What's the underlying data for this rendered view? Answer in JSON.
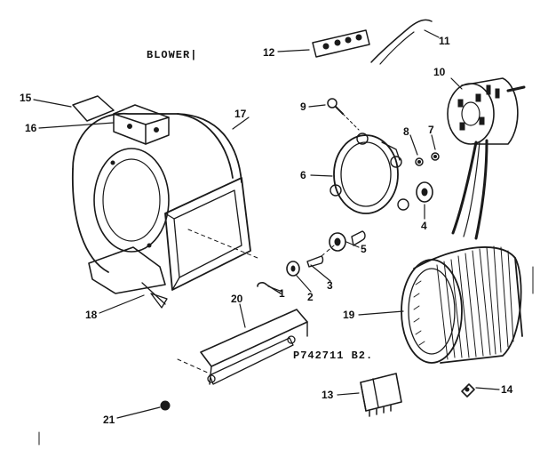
{
  "diagram": {
    "title": "BLOWER|",
    "drawing_code": "P742711 B2.",
    "callouts": [
      {
        "id": "c1",
        "text": "1"
      },
      {
        "id": "c2",
        "text": "2"
      },
      {
        "id": "c3",
        "text": "3"
      },
      {
        "id": "c4",
        "text": "4"
      },
      {
        "id": "c5",
        "text": "5"
      },
      {
        "id": "c6",
        "text": "6"
      },
      {
        "id": "c7",
        "text": "7"
      },
      {
        "id": "c8",
        "text": "8"
      },
      {
        "id": "c9",
        "text": "9"
      },
      {
        "id": "c10",
        "text": "10"
      },
      {
        "id": "c11",
        "text": "11"
      },
      {
        "id": "c12",
        "text": "12"
      },
      {
        "id": "c13",
        "text": "13"
      },
      {
        "id": "c14",
        "text": "14"
      },
      {
        "id": "c15",
        "text": "15"
      },
      {
        "id": "c16",
        "text": "16"
      },
      {
        "id": "c17",
        "text": "17"
      },
      {
        "id": "c18",
        "text": "18"
      },
      {
        "id": "c19",
        "text": "19"
      },
      {
        "id": "c20",
        "text": "20"
      },
      {
        "id": "c21",
        "text": "21"
      }
    ]
  }
}
